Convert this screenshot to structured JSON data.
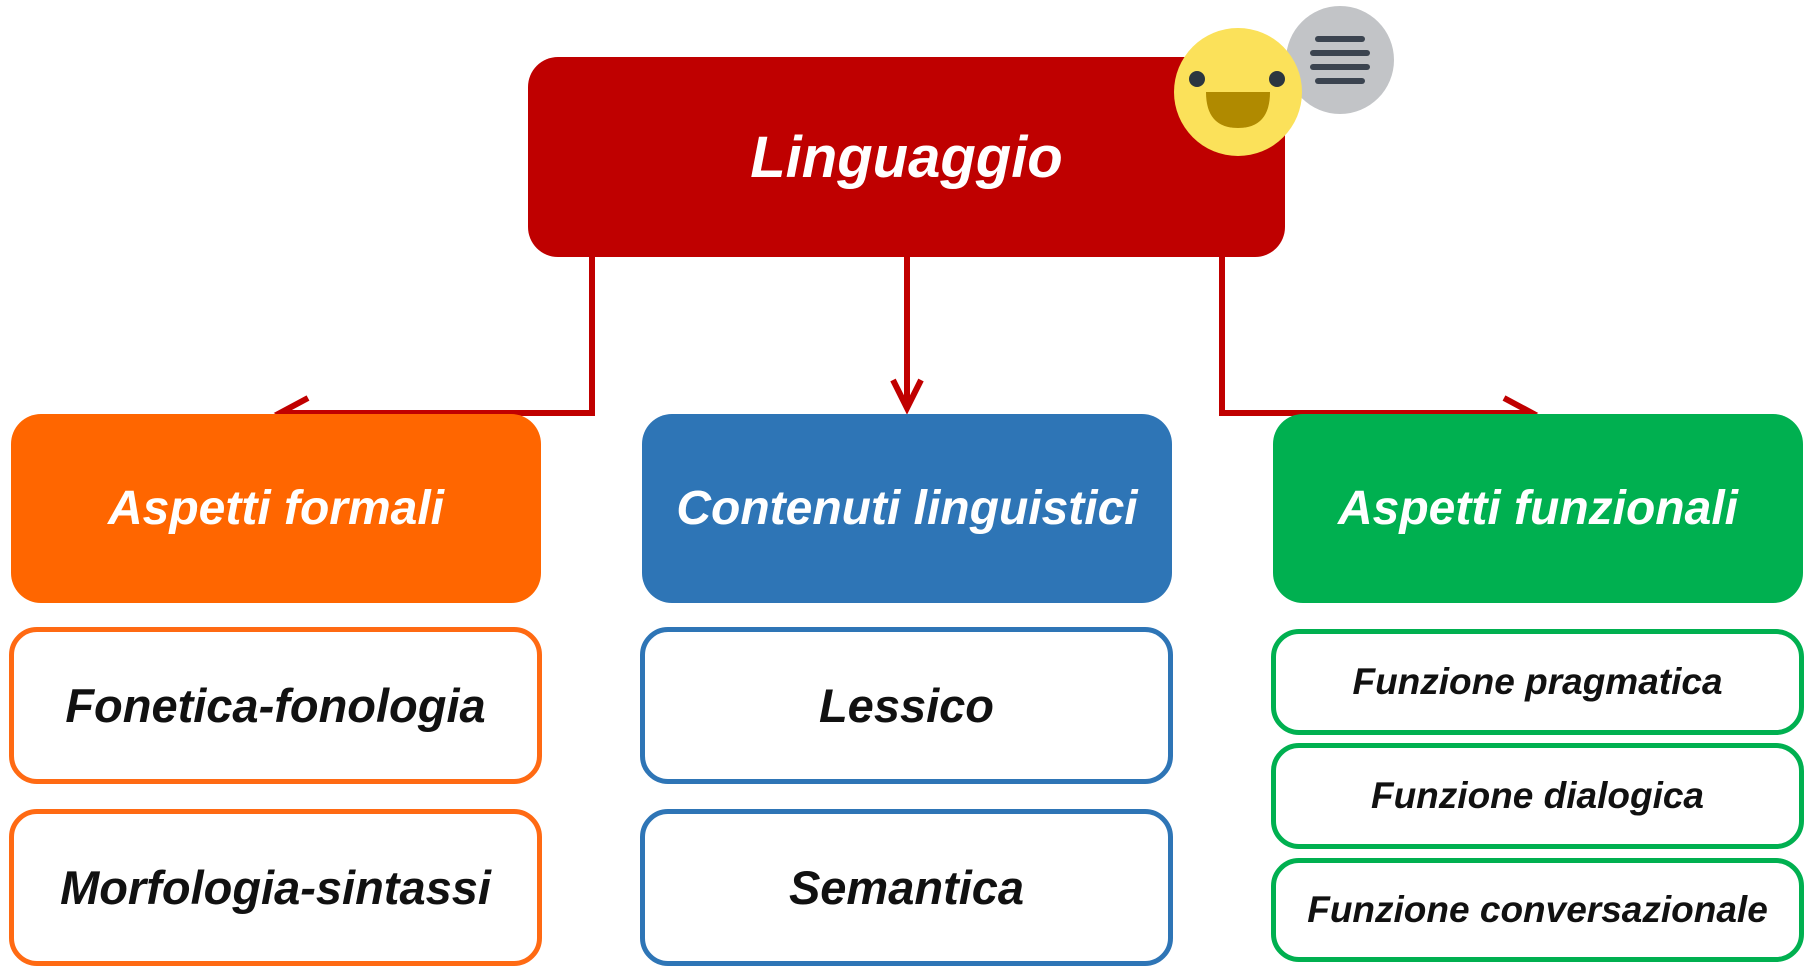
{
  "root": {
    "label": "Linguaggio"
  },
  "categories": [
    {
      "label": "Aspetti formali",
      "color": "#ff6600"
    },
    {
      "label": "Contenuti linguistici",
      "color": "#2e75b6"
    },
    {
      "label": "Aspetti funzionali",
      "color": "#00b050"
    }
  ],
  "items": {
    "formal": [
      "Fonetica-fonologia",
      "Morfologia-sintassi"
    ],
    "content": [
      "Lessico",
      "Semantica"
    ],
    "function": [
      "Funzione pragmatica",
      "Funzione dialogica",
      "Funzione conversazionale"
    ]
  },
  "colors": {
    "root": "#bf0000",
    "connector": "#c00000",
    "formal_border": "#ff6a13",
    "content_border": "#2e75b6",
    "function_border": "#00b050"
  },
  "icons": [
    "smiley-face-icon",
    "speech-bubble-icon"
  ]
}
